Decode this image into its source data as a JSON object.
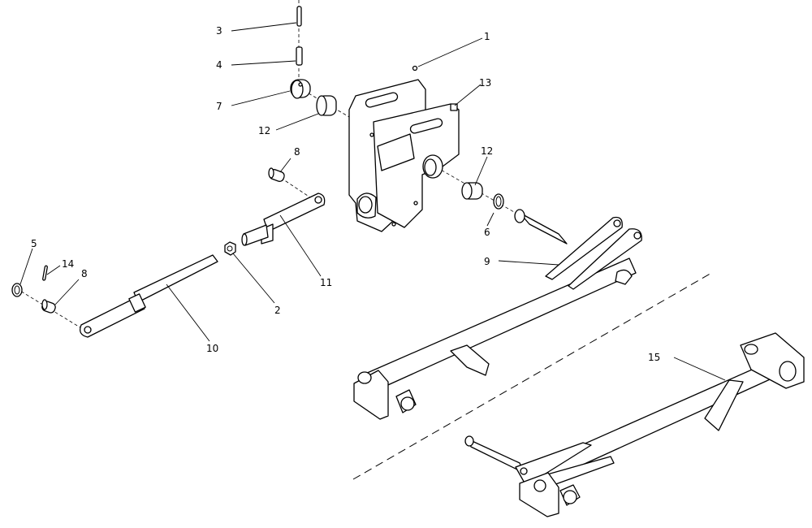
{
  "callouts": {
    "c1": "1",
    "c2": "2",
    "c3": "3",
    "c4": "4",
    "c5": "5",
    "c6": "6",
    "c7": "7",
    "c8a": "8",
    "c8b": "8",
    "c9": "9",
    "c10": "10",
    "c11": "11",
    "c12a": "12",
    "c12b": "12",
    "c13": "13",
    "c14": "14",
    "c15": "15"
  }
}
